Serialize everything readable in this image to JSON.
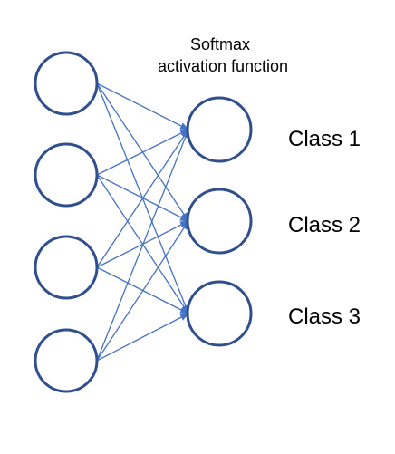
{
  "title_lines": [
    "Softmax",
    "activation function"
  ],
  "classes": [
    "Class 1",
    "Class 2",
    "Class 3"
  ],
  "input_node_count": 4,
  "colors": {
    "node_outline": "#2f4f8f",
    "edge": "#4472c4",
    "text": "#000000",
    "background": "#ffffff"
  }
}
